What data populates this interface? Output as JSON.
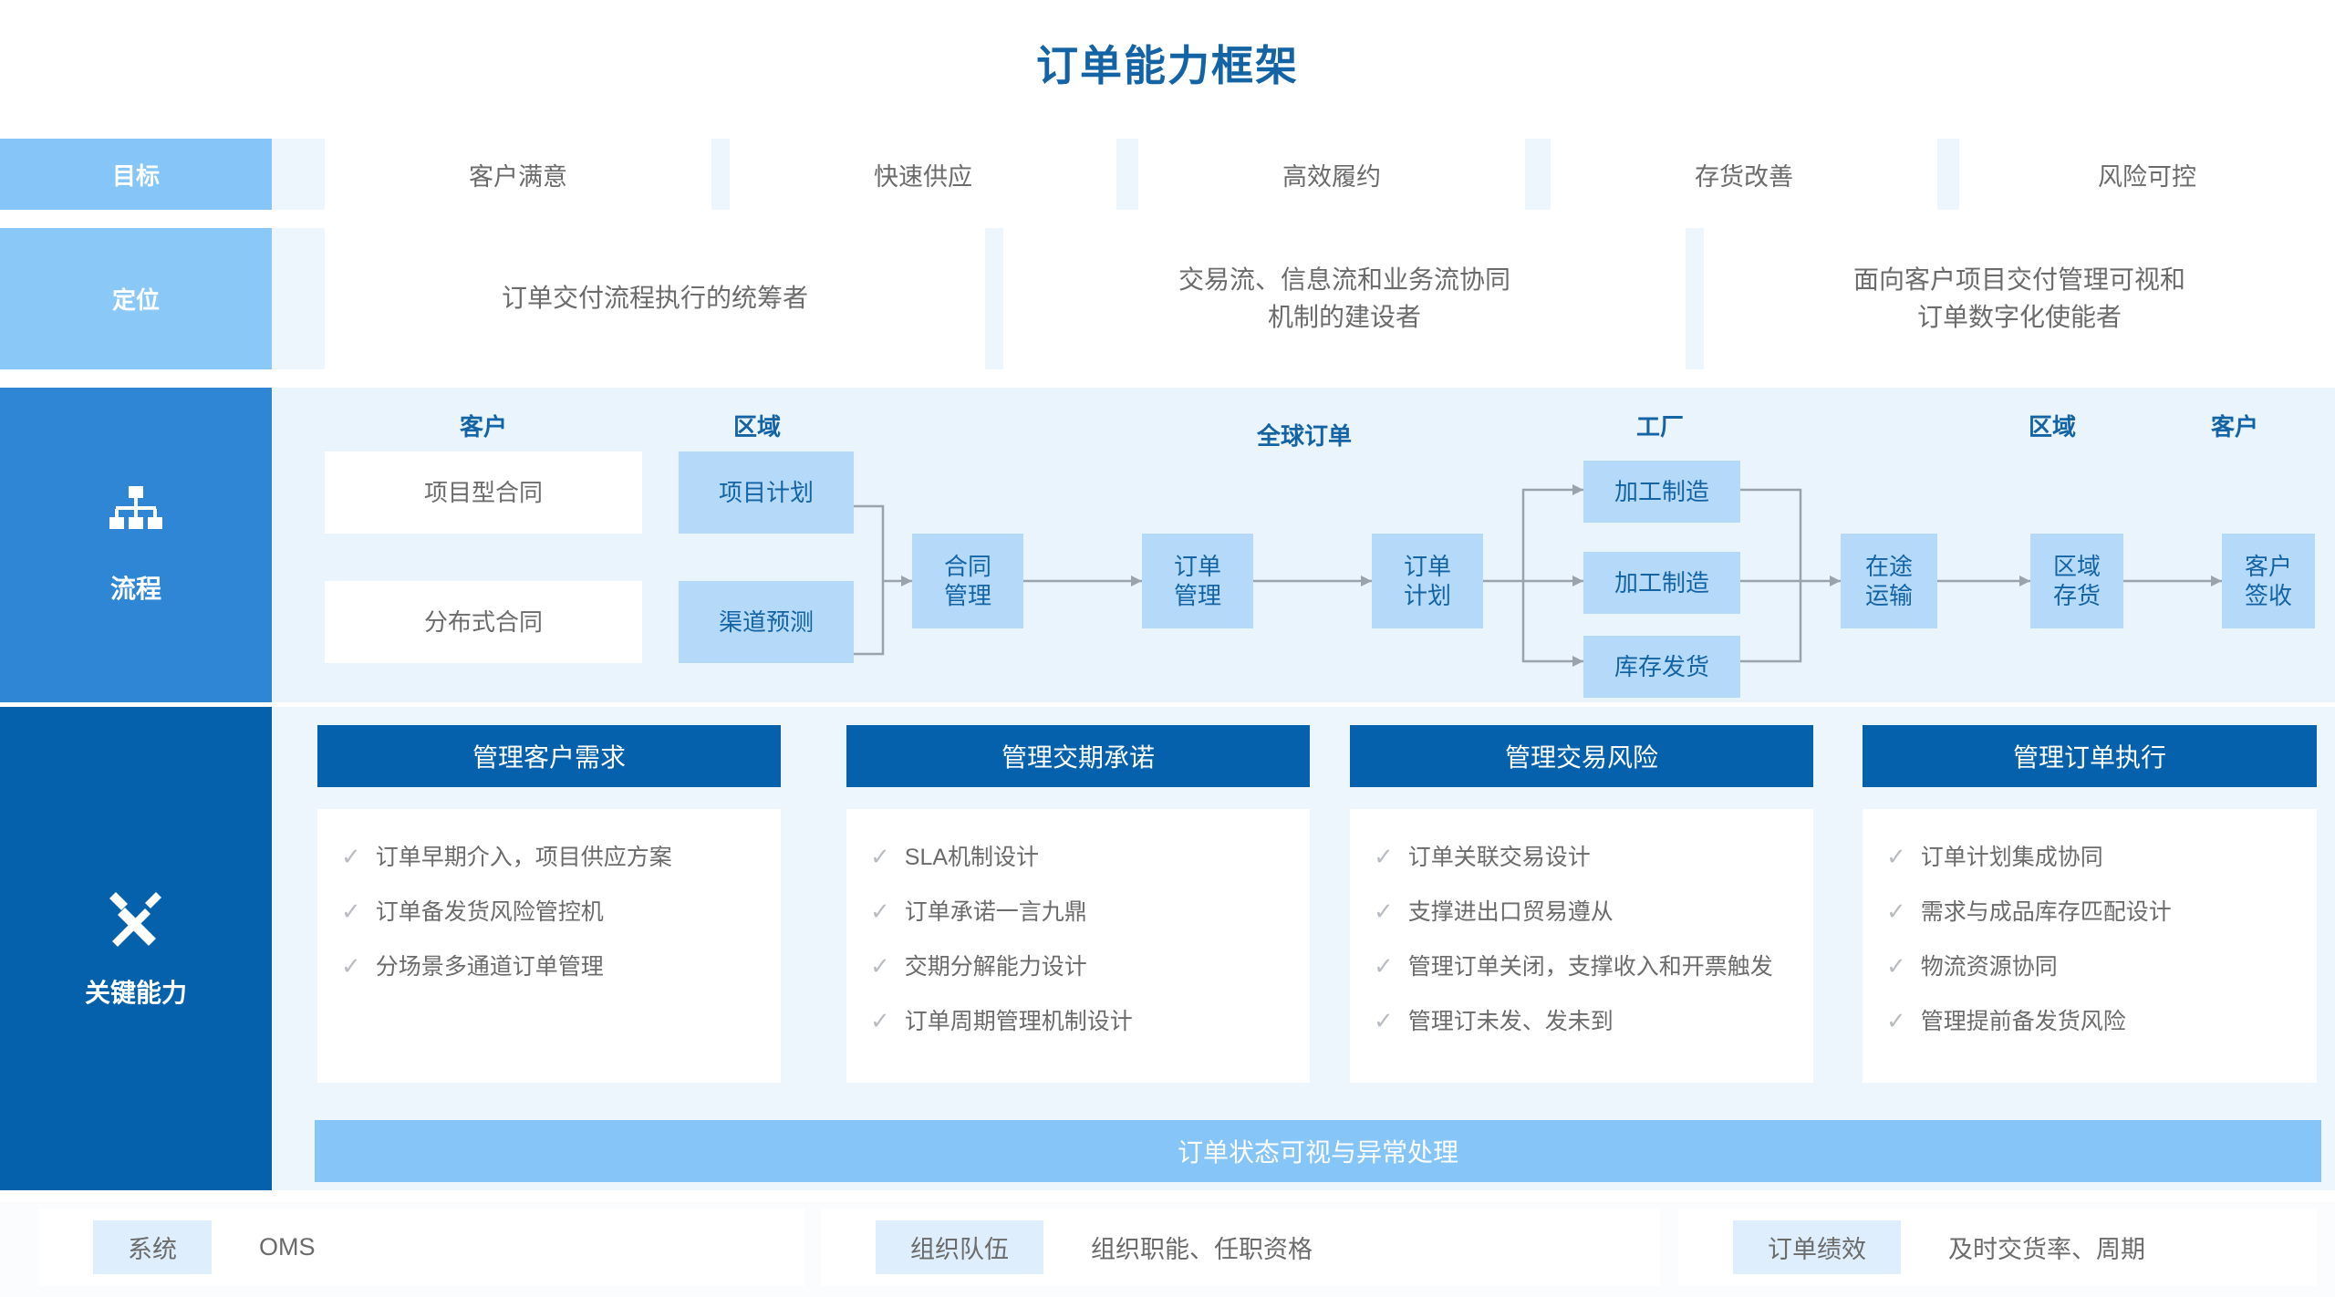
{
  "title": "订单能力框架",
  "colors": {
    "brand_dark": "#0561ab",
    "brand_mid": "#2f86d4",
    "brand_light": "#86c5f7",
    "box_blue": "#b5d9f8",
    "panel_bg": "#eef6fd",
    "title_blue": "#1464a5"
  },
  "goals": {
    "label": "目标",
    "items": [
      "客户满意",
      "快速供应",
      "高效履约",
      "存货改善",
      "风险可控"
    ]
  },
  "positioning": {
    "label": "定位",
    "items": [
      "订单交付流程执行的统筹者",
      "交易流、信息流和业务流协同\n机制的建设者",
      "面向客户项目交付管理可视和\n订单数字化使能者"
    ]
  },
  "process": {
    "label": "流程",
    "icon": "org-chart-icon",
    "lanes": [
      "客户",
      "区域",
      "全球订单",
      "工厂",
      "区域",
      "客户"
    ],
    "nodes": {
      "contract_project": "项目型合同",
      "contract_distributed": "分布式合同",
      "plan_project": "项目计划",
      "forecast_channel": "渠道预测",
      "contract_mgmt": "合同\n管理",
      "order_mgmt": "订单\n管理",
      "order_plan": "订单\n计划",
      "manufacture_1": "加工制造",
      "manufacture_2": "加工制造",
      "stock_ship": "库存发货",
      "in_transit": "在途\n运输",
      "region_stock": "区域\n存货",
      "customer_sign": "客户\n签收"
    }
  },
  "capabilities": {
    "label": "关键能力",
    "icon": "tools-icon",
    "columns": [
      {
        "title": "管理客户需求",
        "items": [
          "订单早期介入，项目供应方案",
          "订单备发货风险管控机",
          "分场景多通道订单管理"
        ]
      },
      {
        "title": "管理交期承诺",
        "items": [
          "SLA机制设计",
          "订单承诺一言九鼎",
          "交期分解能力设计",
          "订单周期管理机制设计"
        ]
      },
      {
        "title": "管理交易风险",
        "items": [
          "订单关联交易设计",
          "支撑进出口贸易遵从",
          "管理订单关闭，支撑收入和开票触发",
          "管理订未发、发未到"
        ]
      },
      {
        "title": "管理订单执行",
        "items": [
          "订单计划集成协同",
          "需求与成品库存匹配设计",
          "物流资源协同",
          "管理提前备发货风险"
        ]
      }
    ]
  },
  "visibility_bar": "订单状态可视与异常处理",
  "footer": {
    "items": [
      {
        "tag": "系统",
        "value": "OMS"
      },
      {
        "tag": "组织队伍",
        "value": "组织职能、任职资格"
      },
      {
        "tag": "订单绩效",
        "value": "及时交货率、周期"
      }
    ]
  }
}
